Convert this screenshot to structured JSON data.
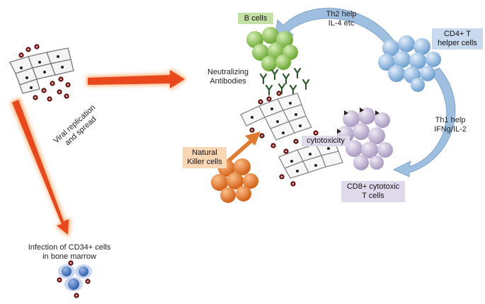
{
  "labels": {
    "b_cells": "B cells",
    "th2_line1": "Th2 help",
    "th2_line2": "IL-4 etc",
    "cd4_line1": "CD4+ T",
    "cd4_line2": "helper cells",
    "neutralizing_line1": "Neutralizing",
    "neutralizing_line2": "Antibodies",
    "viral_line1": "Viral replication",
    "viral_line2": "and spread",
    "th1_line1": "Th1 help",
    "th1_line2": "IFNg/IL-2",
    "cytotoxicity": "cytotoxicity",
    "nk_line1": "Natural",
    "nk_line2": "Killer cells",
    "cd8_line1": "CD8+ cytotoxic",
    "cd8_line2": "T cells",
    "infection_line1": "Infection of CD34+ cells",
    "infection_line2": "in bone marrow"
  },
  "colors": {
    "orange_arrow": "#e8481c",
    "arrow_glow": "#f7a35c",
    "b_cell": "#7dc142",
    "b_cell_box": "#c5e0a5",
    "cd4_cell": "#8ab8e0",
    "cd4_box": "#c9d9ee",
    "cd8_cell": "#c5b8d8",
    "cd8_box": "#e0d9ec",
    "nk_cell": "#e87a2a",
    "nk_box": "#f9d7b5",
    "marrow_cell": "#4b78c4",
    "cycle_arrow": "#9fbfe0",
    "virus": "#8b1a1a",
    "antibody": "#2f5a2f"
  }
}
